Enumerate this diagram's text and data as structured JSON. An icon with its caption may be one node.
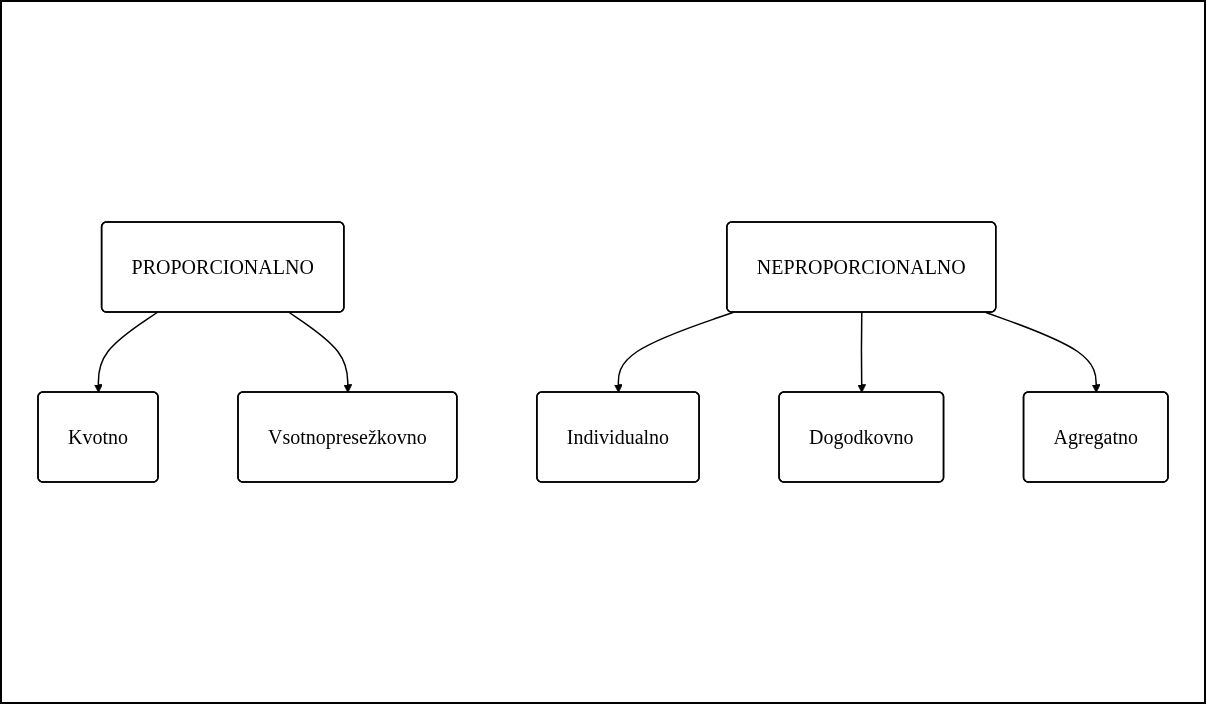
{
  "diagram": {
    "nodes": [
      {
        "text": [
          "PROPORCIONALNO"
        ]
      },
      {
        "text": [
          "Kvotno"
        ]
      },
      {
        "text": [
          "Vsotnopresežkovno"
        ]
      },
      {
        "text": [
          "NEPROPORCIONALNO"
        ]
      },
      {
        "text": [
          "Individualno"
        ]
      },
      {
        "text": [
          "Dogodkovno"
        ]
      },
      {
        "text": [
          "Agregatno"
        ]
      }
    ],
    "edges": [
      {
        "from": 0,
        "to": 1,
        "arrow": "to"
      },
      {
        "from": 0,
        "to": 2,
        "arrow": "to"
      },
      {
        "from": 3,
        "to": 4,
        "arrow": "to"
      },
      {
        "from": 3,
        "to": 5,
        "arrow": "to"
      },
      {
        "from": 3,
        "to": 6,
        "arrow": "to"
      }
    ]
  }
}
